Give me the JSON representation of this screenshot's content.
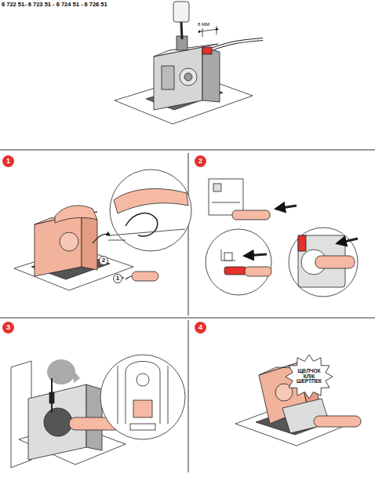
{
  "diagram": {
    "title": "6 722 51- 6 723 51 - 6 724 51 - 6 726 51",
    "nodes": [
      {
        "text": [
          "1"
        ]
      },
      {
        "text": [
          "2"
        ]
      },
      {
        "text": [
          "1"
        ]
      },
      {
        "text": [
          "2"
        ]
      },
      {
        "text": [
          "3"
        ]
      },
      {
        "text": [
          "4"
        ]
      },
      {
        "text": [
          "ЩЕЛЧОК КЛІК ШЕРТПЕК"
        ]
      }
    ],
    "labels": [
      "8 MM"
    ]
  }
}
